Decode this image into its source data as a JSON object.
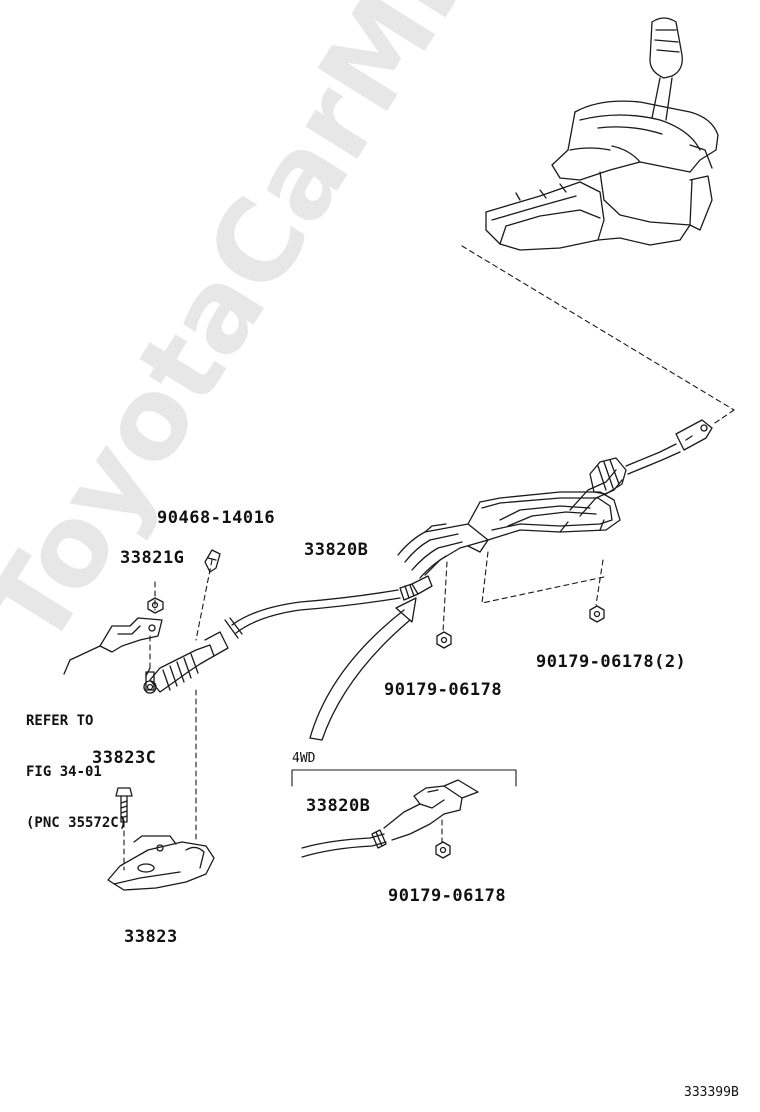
{
  "watermark": "ToyotaCarMine.ru",
  "labels": {
    "p90468": "90468-14016",
    "p33821g": "33821G",
    "p33820b_main": "33820B",
    "p90179_2": "90179-06178(2)",
    "p90179_mid": "90179-06178",
    "refer": [
      "REFER TO",
      "FIG 34-01",
      "(PNC 35572C)"
    ],
    "p33823c": "33823C",
    "p33823": "33823",
    "variant_4wd": "4WD",
    "p33820b_4wd": "33820B",
    "p90179_4wd": "90179-06178",
    "illustration_id": "333399B"
  },
  "colors": {
    "line": "#1a1a1a",
    "watermark": "#e7e7e7"
  }
}
